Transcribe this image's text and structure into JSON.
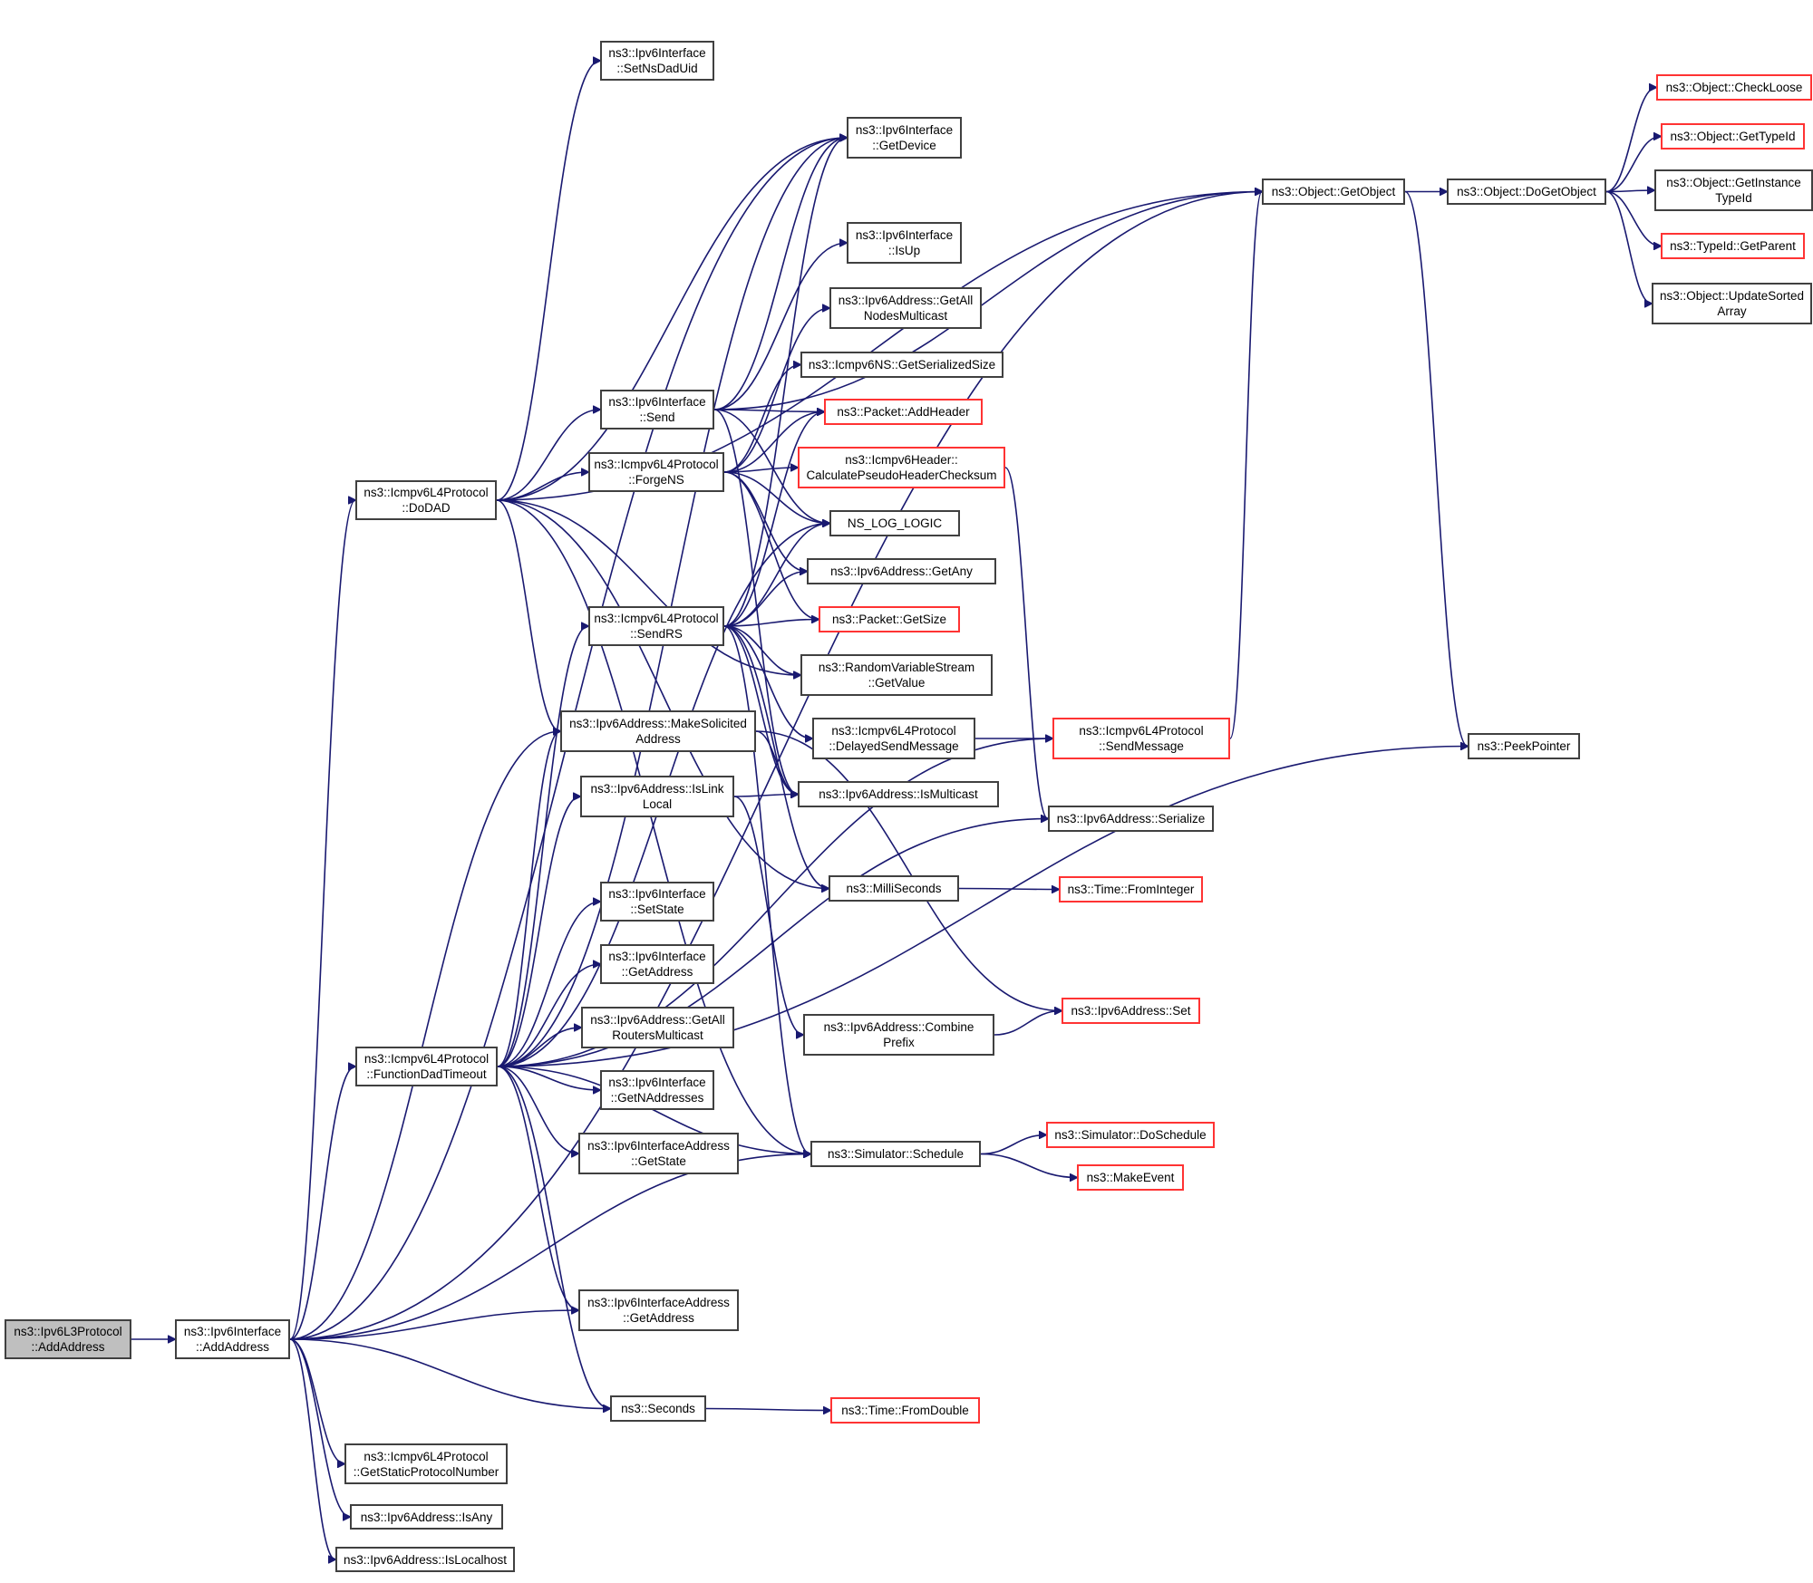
{
  "diagram": {
    "type": "call-graph",
    "edge_color": "#191970",
    "node_border_default": "#404040",
    "node_border_external": "#ff3333",
    "root_fill": "#bfbfbf",
    "nodes": [
      {
        "id": "root",
        "label": "ns3::Ipv6L3Protocol\n::AddAddress",
        "style": "root"
      },
      {
        "id": "addaddr",
        "label": "ns3::Ipv6Interface\n::AddAddress",
        "style": "normal"
      },
      {
        "id": "dodad",
        "label": "ns3::Icmpv6L4Protocol\n::DoDAD",
        "style": "normal"
      },
      {
        "id": "fdt",
        "label": "ns3::Icmpv6L4Protocol\n::FunctionDadTimeout",
        "style": "normal"
      },
      {
        "id": "gspn",
        "label": "ns3::Icmpv6L4Protocol\n::GetStaticProtocolNumber",
        "style": "normal"
      },
      {
        "id": "isany",
        "label": "ns3::Ipv6Address::IsAny",
        "style": "normal"
      },
      {
        "id": "islocalhost",
        "label": "ns3::Ipv6Address::IsLocalhost",
        "style": "normal"
      },
      {
        "id": "setnsdaduid",
        "label": "ns3::Ipv6Interface\n::SetNsDadUid",
        "style": "normal"
      },
      {
        "id": "send",
        "label": "ns3::Ipv6Interface\n::Send",
        "style": "normal"
      },
      {
        "id": "forgens",
        "label": "ns3::Icmpv6L4Protocol\n::ForgeNS",
        "style": "normal"
      },
      {
        "id": "sendrs",
        "label": "ns3::Icmpv6L4Protocol\n::SendRS",
        "style": "normal"
      },
      {
        "id": "makesol",
        "label": "ns3::Ipv6Address::MakeSolicited\nAddress",
        "style": "normal"
      },
      {
        "id": "islinklocal",
        "label": "ns3::Ipv6Address::IsLink\nLocal",
        "style": "normal"
      },
      {
        "id": "setstate",
        "label": "ns3::Ipv6Interface\n::SetState",
        "style": "normal"
      },
      {
        "id": "getaddress",
        "label": "ns3::Ipv6Interface\n::GetAddress",
        "style": "normal"
      },
      {
        "id": "getallrouters",
        "label": "ns3::Ipv6Address::GetAll\nRoutersMulticast",
        "style": "normal"
      },
      {
        "id": "getnaddr",
        "label": "ns3::Ipv6Interface\n::GetNAddresses",
        "style": "normal"
      },
      {
        "id": "iagetstate",
        "label": "ns3::Ipv6InterfaceAddress\n::GetState",
        "style": "normal"
      },
      {
        "id": "iagetaddress",
        "label": "ns3::Ipv6InterfaceAddress\n::GetAddress",
        "style": "normal"
      },
      {
        "id": "seconds",
        "label": "ns3::Seconds",
        "style": "normal"
      },
      {
        "id": "getdevice",
        "label": "ns3::Ipv6Interface\n::GetDevice",
        "style": "normal"
      },
      {
        "id": "isup",
        "label": "ns3::Ipv6Interface\n::IsUp",
        "style": "normal"
      },
      {
        "id": "getallnodes",
        "label": "ns3::Ipv6Address::GetAll\nNodesMulticast",
        "style": "normal"
      },
      {
        "id": "nsgetsize",
        "label": "ns3::Icmpv6NS::GetSerializedSize",
        "style": "normal"
      },
      {
        "id": "addheader",
        "label": "ns3::Packet::AddHeader",
        "style": "external"
      },
      {
        "id": "calcsum",
        "label": "ns3::Icmpv6Header::\nCalculatePseudoHeaderChecksum",
        "style": "external"
      },
      {
        "id": "nslog",
        "label": "NS_LOG_LOGIC",
        "style": "normal"
      },
      {
        "id": "getany",
        "label": "ns3::Ipv6Address::GetAny",
        "style": "normal"
      },
      {
        "id": "getsize",
        "label": "ns3::Packet::GetSize",
        "style": "external"
      },
      {
        "id": "rvsget",
        "label": "ns3::RandomVariableStream\n::GetValue",
        "style": "normal"
      },
      {
        "id": "delayedsend",
        "label": "ns3::Icmpv6L4Protocol\n::DelayedSendMessage",
        "style": "normal"
      },
      {
        "id": "ismulticast",
        "label": "ns3::Ipv6Address::IsMulticast",
        "style": "normal"
      },
      {
        "id": "milliseconds",
        "label": "ns3::MilliSeconds",
        "style": "normal"
      },
      {
        "id": "combineprefix",
        "label": "ns3::Ipv6Address::Combine\nPrefix",
        "style": "normal"
      },
      {
        "id": "schedule",
        "label": "ns3::Simulator::Schedule",
        "style": "normal"
      },
      {
        "id": "fromdouble",
        "label": "ns3::Time::FromDouble",
        "style": "external"
      },
      {
        "id": "getobject",
        "label": "ns3::Object::GetObject",
        "style": "normal"
      },
      {
        "id": "sendmessage",
        "label": "ns3::Icmpv6L4Protocol\n::SendMessage",
        "style": "external"
      },
      {
        "id": "serialize",
        "label": "ns3::Ipv6Address::Serialize",
        "style": "normal"
      },
      {
        "id": "frominteger",
        "label": "ns3::Time::FromInteger",
        "style": "external"
      },
      {
        "id": "addrset",
        "label": "ns3::Ipv6Address::Set",
        "style": "external"
      },
      {
        "id": "doschedule",
        "label": "ns3::Simulator::DoSchedule",
        "style": "external"
      },
      {
        "id": "makeevent",
        "label": "ns3::MakeEvent",
        "style": "external"
      },
      {
        "id": "dogetobject",
        "label": "ns3::Object::DoGetObject",
        "style": "normal"
      },
      {
        "id": "peekpointer",
        "label": "ns3::PeekPointer",
        "style": "normal"
      },
      {
        "id": "checkloose",
        "label": "ns3::Object::CheckLoose",
        "style": "external"
      },
      {
        "id": "gettypeid",
        "label": "ns3::Object::GetTypeId",
        "style": "external"
      },
      {
        "id": "getinstancetypeid",
        "label": "ns3::Object::GetInstance\nTypeId",
        "style": "normal"
      },
      {
        "id": "getparent",
        "label": "ns3::TypeId::GetParent",
        "style": "external"
      },
      {
        "id": "updatesorted",
        "label": "ns3::Object::UpdateSorted\nArray",
        "style": "normal"
      }
    ],
    "edges": [
      [
        "root",
        "addaddr"
      ],
      [
        "addaddr",
        "dodad"
      ],
      [
        "addaddr",
        "fdt"
      ],
      [
        "addaddr",
        "gspn"
      ],
      [
        "addaddr",
        "isany"
      ],
      [
        "addaddr",
        "islocalhost"
      ],
      [
        "addaddr",
        "getobject"
      ],
      [
        "addaddr",
        "makesol"
      ],
      [
        "addaddr",
        "iagetaddress"
      ],
      [
        "addaddr",
        "schedule"
      ],
      [
        "addaddr",
        "seconds"
      ],
      [
        "addaddr",
        "getdevice"
      ],
      [
        "dodad",
        "setnsdaduid"
      ],
      [
        "dodad",
        "send"
      ],
      [
        "dodad",
        "forgens"
      ],
      [
        "dodad",
        "makesol"
      ],
      [
        "dodad",
        "getobject"
      ],
      [
        "dodad",
        "getdevice"
      ],
      [
        "dodad",
        "rvsget"
      ],
      [
        "dodad",
        "milliseconds"
      ],
      [
        "dodad",
        "schedule"
      ],
      [
        "send",
        "getdevice"
      ],
      [
        "send",
        "isup"
      ],
      [
        "send",
        "addheader"
      ],
      [
        "send",
        "nslog"
      ],
      [
        "send",
        "ismulticast"
      ],
      [
        "send",
        "getobject"
      ],
      [
        "forgens",
        "getallnodes"
      ],
      [
        "forgens",
        "nsgetsize"
      ],
      [
        "forgens",
        "addheader"
      ],
      [
        "forgens",
        "calcsum"
      ],
      [
        "forgens",
        "nslog"
      ],
      [
        "forgens",
        "getany"
      ],
      [
        "forgens",
        "getsize"
      ],
      [
        "sendrs",
        "getdevice"
      ],
      [
        "sendrs",
        "nslog"
      ],
      [
        "sendrs",
        "getany"
      ],
      [
        "sendrs",
        "getsize"
      ],
      [
        "sendrs",
        "rvsget"
      ],
      [
        "sendrs",
        "delayedsend"
      ],
      [
        "sendrs",
        "ismulticast"
      ],
      [
        "sendrs",
        "milliseconds"
      ],
      [
        "sendrs",
        "schedule"
      ],
      [
        "sendrs",
        "addheader"
      ],
      [
        "makesol",
        "addrset"
      ],
      [
        "makesol",
        "ismulticast"
      ],
      [
        "islinklocal",
        "ismulticast"
      ],
      [
        "islinklocal",
        "combineprefix"
      ],
      [
        "fdt",
        "getdevice"
      ],
      [
        "fdt",
        "sendrs"
      ],
      [
        "fdt",
        "makesol"
      ],
      [
        "fdt",
        "islinklocal"
      ],
      [
        "fdt",
        "setstate"
      ],
      [
        "fdt",
        "getaddress"
      ],
      [
        "fdt",
        "getallrouters"
      ],
      [
        "fdt",
        "getnaddr"
      ],
      [
        "fdt",
        "iagetstate"
      ],
      [
        "fdt",
        "iagetaddress"
      ],
      [
        "fdt",
        "seconds"
      ],
      [
        "fdt",
        "schedule"
      ],
      [
        "fdt",
        "peekpointer"
      ],
      [
        "fdt",
        "nslog"
      ],
      [
        "fdt",
        "sendmessage"
      ],
      [
        "fdt",
        "serialize"
      ],
      [
        "calcsum",
        "serialize"
      ],
      [
        "delayedsend",
        "sendmessage"
      ],
      [
        "milliseconds",
        "frominteger"
      ],
      [
        "combineprefix",
        "addrset"
      ],
      [
        "schedule",
        "doschedule"
      ],
      [
        "schedule",
        "makeevent"
      ],
      [
        "seconds",
        "fromdouble"
      ],
      [
        "sendmessage",
        "getobject"
      ],
      [
        "getobject",
        "dogetobject"
      ],
      [
        "getobject",
        "peekpointer"
      ],
      [
        "dogetobject",
        "checkloose"
      ],
      [
        "dogetobject",
        "gettypeid"
      ],
      [
        "dogetobject",
        "getinstancetypeid"
      ],
      [
        "dogetobject",
        "getparent"
      ],
      [
        "dogetobject",
        "updatesorted"
      ]
    ]
  }
}
